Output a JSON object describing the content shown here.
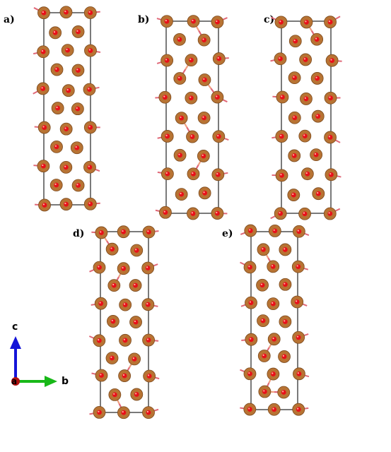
{
  "panels": [
    {
      "label": "a)"
    },
    {
      "label": "b)"
    },
    {
      "label": "c)"
    },
    {
      "label": "d)"
    },
    {
      "label": "e)"
    }
  ],
  "axes": {
    "c": "c",
    "a": "a",
    "b": "b"
  },
  "colors": {
    "atom": "#b87333",
    "atom_shadow": "#7a4a1e",
    "oxygen": "#e8101a",
    "bond_light": "#f0a080",
    "bond_pink": "#e06878",
    "cell": "#222222",
    "axis_c": "#1414d8",
    "axis_b": "#18b818",
    "axis_a": "#b01010"
  }
}
